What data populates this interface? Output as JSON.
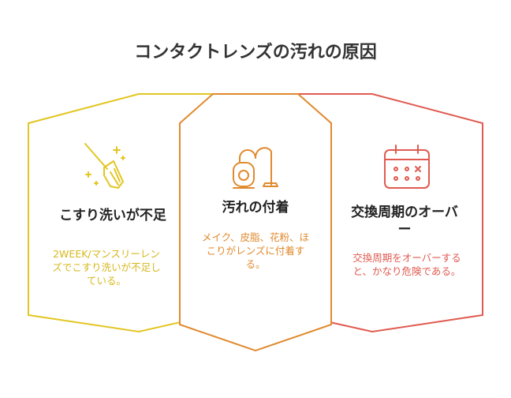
{
  "title": "コンタクトレンズの汚れの原因",
  "colors": {
    "yellow": "#e2c622",
    "orange": "#e08a2e",
    "red": "#e05a50",
    "title": "#333333"
  },
  "cards": [
    {
      "icon": "broom-sparkle-icon",
      "title": "こすり洗いが不足",
      "description": "2WEEK/マンスリーレンズでこすり洗いが不足している。"
    },
    {
      "icon": "vacuum-cleaner-icon",
      "title": "汚れの付着",
      "description": "メイク、皮脂、花粉、ほこりがレンズに付着する。"
    },
    {
      "icon": "calendar-icon",
      "title": "交換周期のオーバー",
      "description": "交換周期をオーバーすると、かなり危険である。"
    }
  ]
}
